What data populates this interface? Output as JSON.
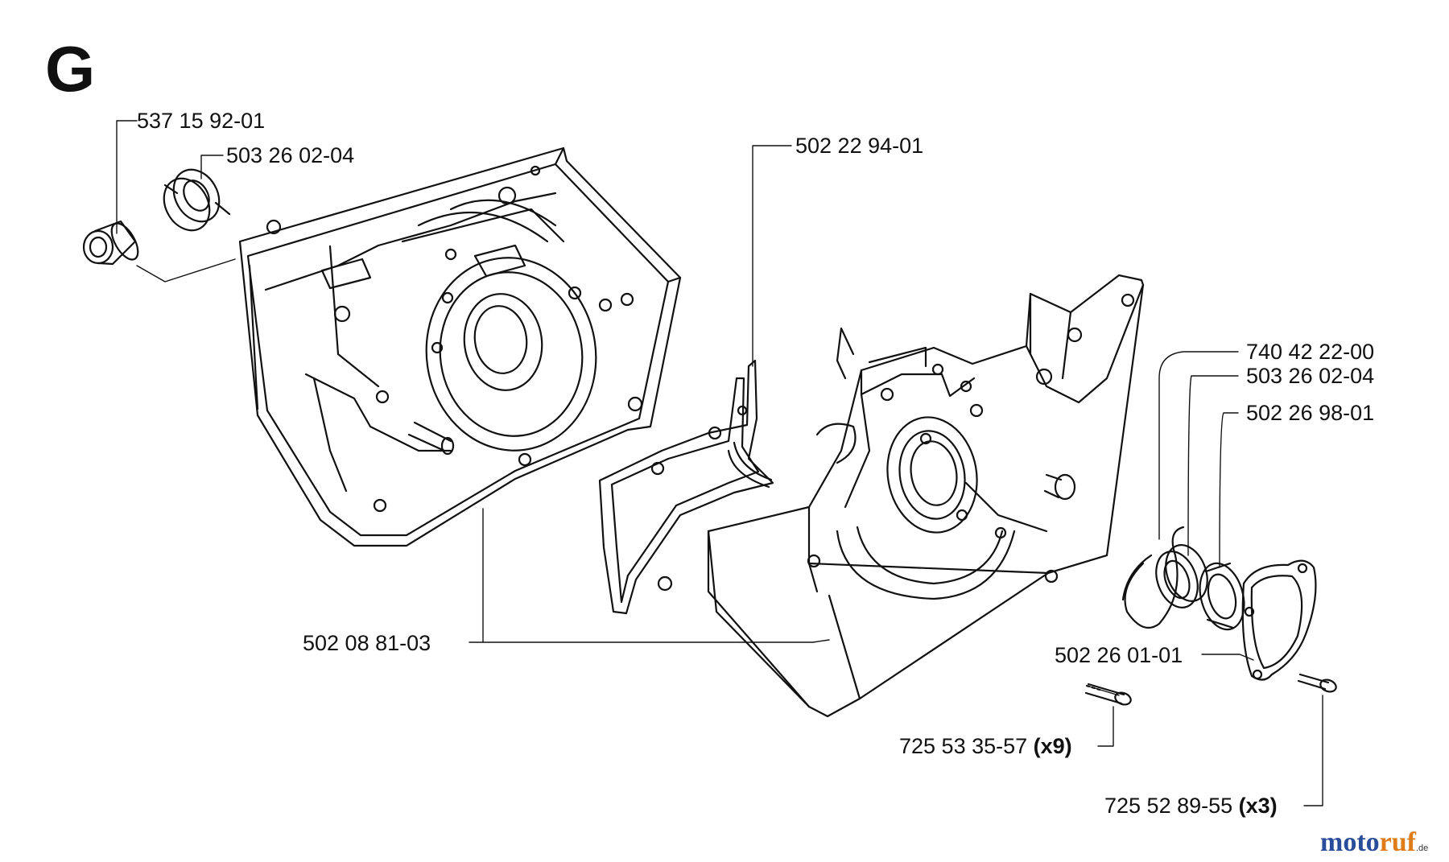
{
  "diagram": {
    "section_letter": "G",
    "parts": [
      {
        "id": "p1",
        "number": "537 15 92-01",
        "qty": ""
      },
      {
        "id": "p2",
        "number": "503 26 02-04",
        "qty": ""
      },
      {
        "id": "p3",
        "number": "502 22 94-01",
        "qty": ""
      },
      {
        "id": "p4",
        "number": "740 42 22-00",
        "qty": ""
      },
      {
        "id": "p5",
        "number": "503 26 02-04",
        "qty": ""
      },
      {
        "id": "p6",
        "number": "502 26 98-01",
        "qty": ""
      },
      {
        "id": "p7",
        "number": "502 08 81-03",
        "qty": ""
      },
      {
        "id": "p8",
        "number": "502 26 01-01",
        "qty": ""
      },
      {
        "id": "p9",
        "number": "725 53 35-57",
        "qty": "(x9)"
      },
      {
        "id": "p10",
        "number": "725 52 89-55",
        "qty": "(x3)"
      }
    ]
  },
  "watermark": {
    "brand_blue": "moto",
    "brand_orange": "ruf",
    "suffix": ".de",
    "colors": {
      "blue": "#2a4d9b",
      "orange": "#e07b1a"
    }
  },
  "colors": {
    "line": "#111111",
    "background": "#ffffff"
  }
}
